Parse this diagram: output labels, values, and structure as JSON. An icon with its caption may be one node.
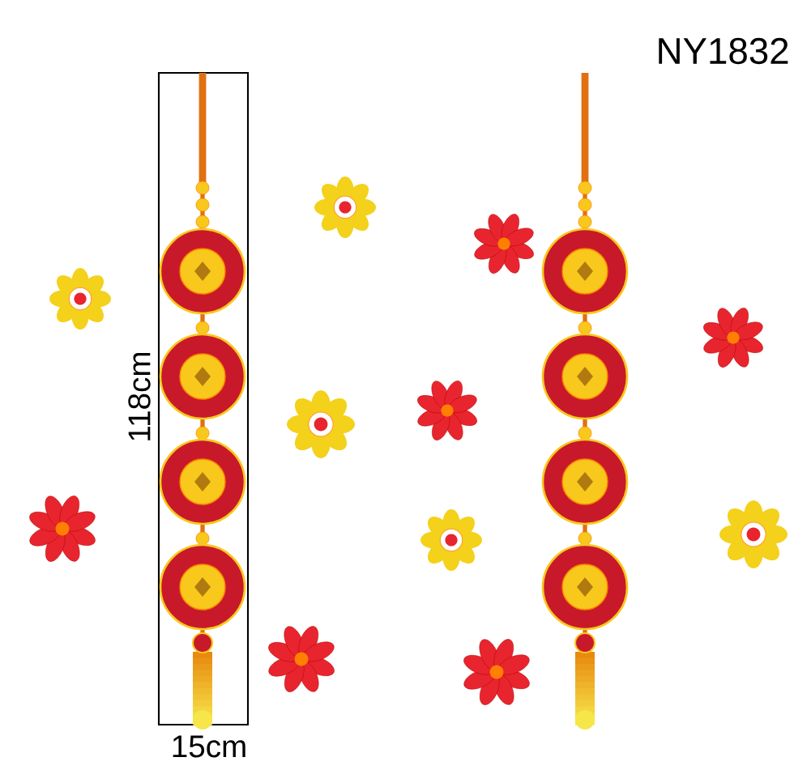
{
  "diagram": {
    "labels": [
      "NY1832",
      "118cm",
      "15cm"
    ]
  }
}
